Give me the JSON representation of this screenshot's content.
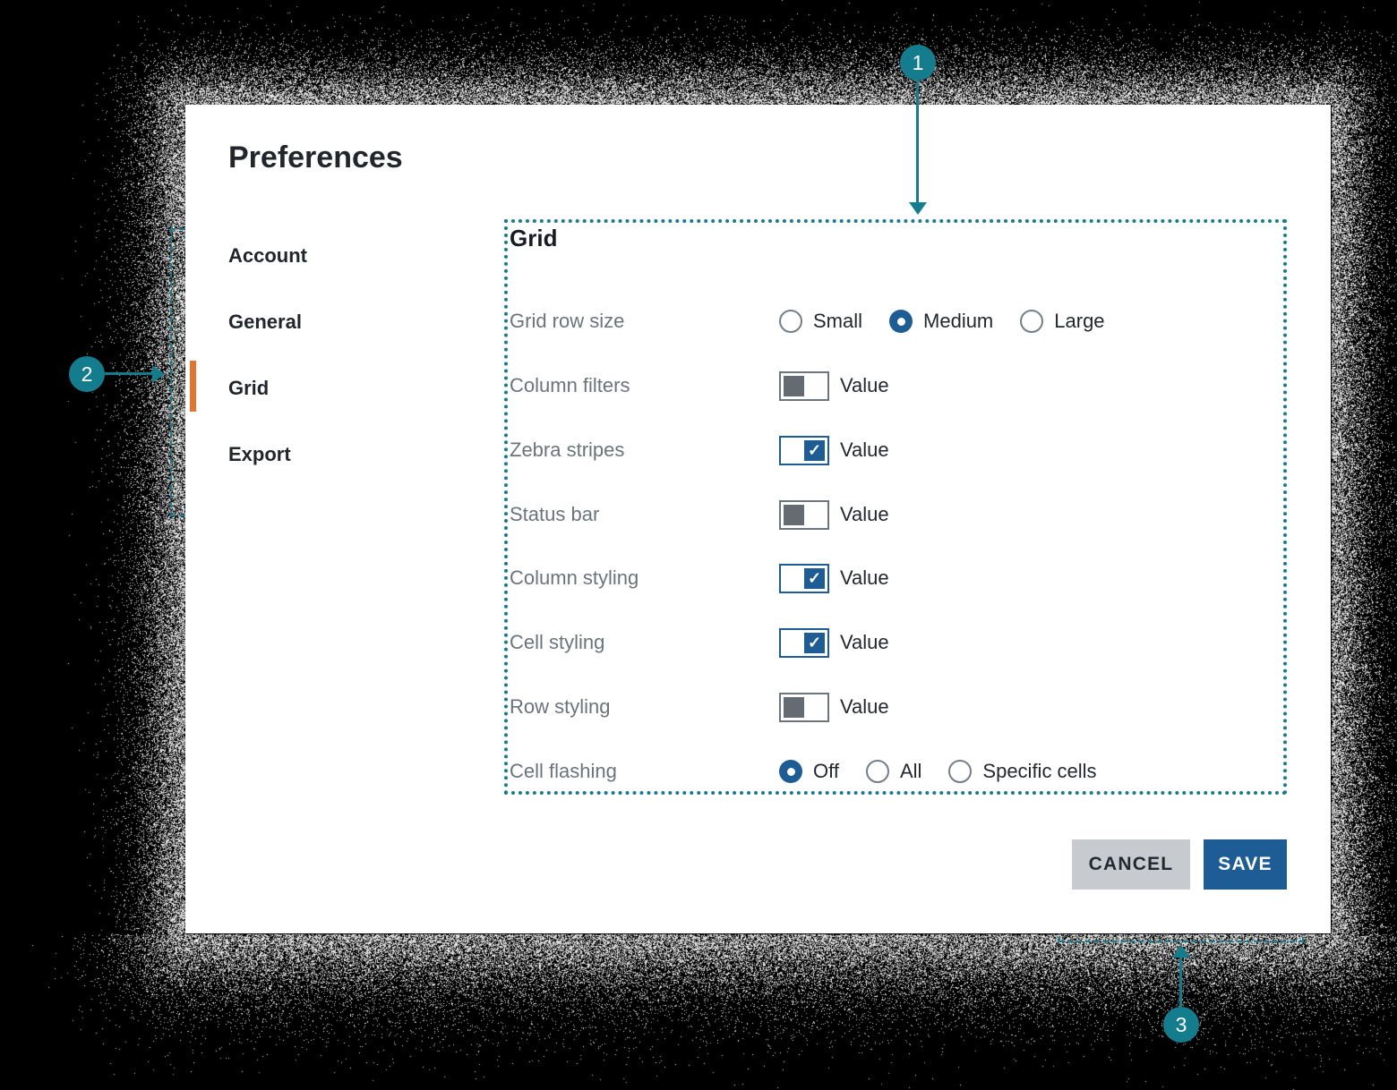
{
  "page": {
    "title": "Preferences"
  },
  "sidebar": {
    "items": [
      {
        "label": "Account",
        "active": false
      },
      {
        "label": "General",
        "active": false
      },
      {
        "label": "Grid",
        "active": true
      },
      {
        "label": "Export",
        "active": false
      }
    ]
  },
  "panel": {
    "title": "Grid",
    "rows": [
      {
        "label": "Grid row size",
        "type": "radio-group",
        "options": [
          {
            "label": "Small",
            "selected": false
          },
          {
            "label": "Medium",
            "selected": true
          },
          {
            "label": "Large",
            "selected": false
          }
        ]
      },
      {
        "label": "Column filters",
        "type": "toggle",
        "checked": false,
        "value_label": "Value"
      },
      {
        "label": "Zebra stripes",
        "type": "toggle",
        "checked": true,
        "value_label": "Value"
      },
      {
        "label": "Status bar",
        "type": "toggle",
        "checked": false,
        "value_label": "Value"
      },
      {
        "label": "Column styling",
        "type": "toggle",
        "checked": true,
        "value_label": "Value"
      },
      {
        "label": "Cell styling",
        "type": "toggle",
        "checked": true,
        "value_label": "Value"
      },
      {
        "label": "Row styling",
        "type": "toggle",
        "checked": false,
        "value_label": "Value"
      },
      {
        "label": "Cell flashing",
        "type": "radio-group",
        "options": [
          {
            "label": "Off",
            "selected": true
          },
          {
            "label": "All",
            "selected": false
          },
          {
            "label": "Specific cells",
            "selected": false
          }
        ]
      }
    ]
  },
  "buttons": {
    "cancel": "CANCEL",
    "save": "SAVE"
  },
  "annotations": {
    "markers": [
      "1",
      "2",
      "3"
    ]
  },
  "icons": {
    "toggle_check": "✓"
  },
  "colors": {
    "annotation_teal": "#147d8d",
    "accent_blue": "#1d5c94",
    "active_tab_orange": "#e2762d",
    "cancel_bg": "#c7cbcf",
    "card_bg": "#ffffff",
    "page_bg": "#000000"
  }
}
